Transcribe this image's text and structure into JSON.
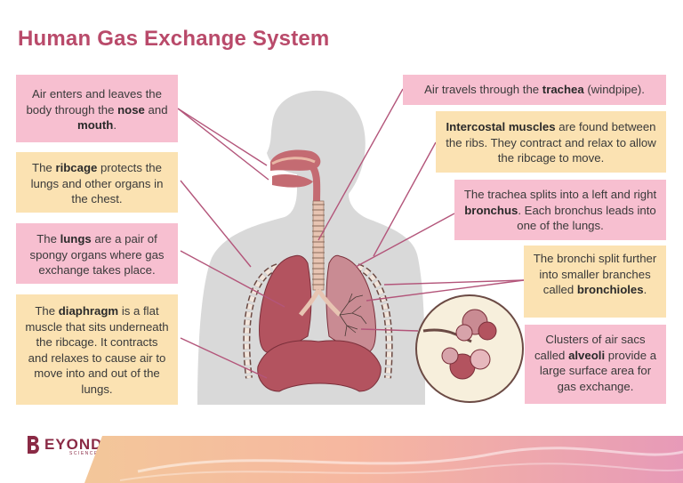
{
  "title": "Human Gas Exchange System",
  "logo": {
    "brand": "EYOND",
    "sub": "SCIENCE"
  },
  "boxes": {
    "nose": {
      "t1": "Air enters and leaves the body through the ",
      "b1": "nose",
      "t2": " and ",
      "b2": "mouth",
      "t3": "."
    },
    "ribcage": {
      "t1": "The ",
      "b1": "ribcage",
      "t2": " protects the lungs and other organs in the chest."
    },
    "lungs": {
      "t1": "The ",
      "b1": "lungs",
      "t2": " are a pair of spongy organs where gas exchange takes place."
    },
    "diaphragm": {
      "t1": "The ",
      "b1": "diaphragm",
      "t2": " is a flat muscle that sits underneath the ribcage. It contracts and relaxes to cause air to move into and out of the lungs."
    },
    "trachea": {
      "t1": "Air travels through the ",
      "b1": "trachea",
      "t2": " (windpipe)."
    },
    "intercostal": {
      "b1": "Intercostal muscles",
      "t1": " are found between the ribs. They contract and relax to allow the ribcage to move."
    },
    "bronchus": {
      "t1": "The trachea splits into a left and right ",
      "b1": "bronchus",
      "t2": ". Each bronchus leads into one of the lungs."
    },
    "bronchioles": {
      "t1": "The bronchi split further into smaller branches called ",
      "b1": "bronchioles",
      "t2": "."
    },
    "alveoli": {
      "t1": "Clusters of air sacs called ",
      "b1": "alveoli",
      "t2": " provide a large surface area for gas exchange."
    }
  },
  "colors": {
    "title": "#b94a6a",
    "pink_box": "#f7bfd0",
    "cream_box": "#fbe2b2",
    "leader_line": "#b3557a",
    "body": "#d9d9d9",
    "lung": "#b3535f",
    "airway": "#c9a08a"
  }
}
